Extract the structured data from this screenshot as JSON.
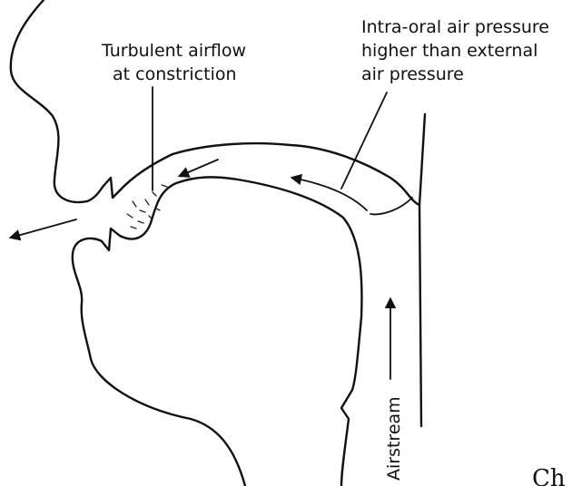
{
  "labels": {
    "turbulent_line1": "Turbulent airflow",
    "turbulent_line2": "at constriction",
    "pressure_line1": "Intra-oral air pressure",
    "pressure_line2": "higher than external",
    "pressure_line3": "air pressure",
    "airstream": "Airstream",
    "cut_caption": "Ch"
  }
}
